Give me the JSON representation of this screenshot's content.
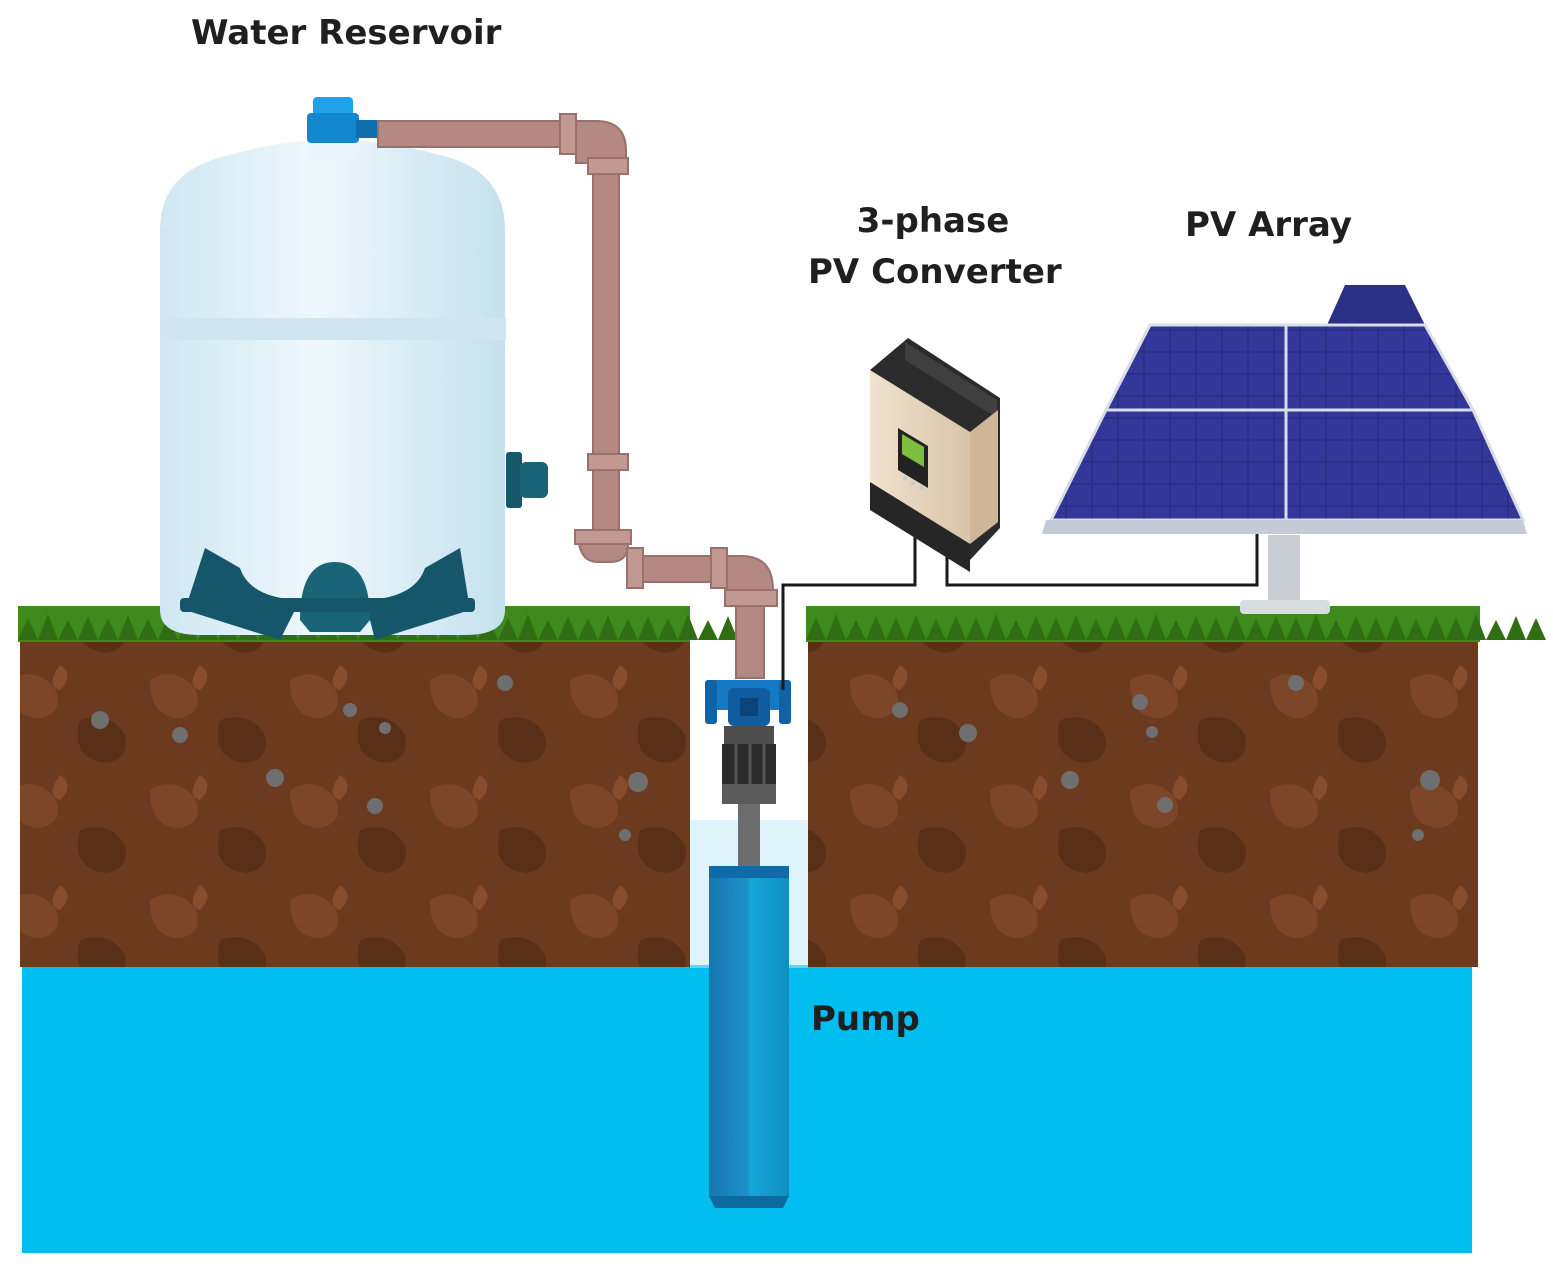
{
  "labels": {
    "water_reservoir": "Water Reservoir",
    "converter_line1": "3-phase",
    "converter_line2": "PV Converter",
    "pv_array": "PV Array",
    "pump": "Pump"
  },
  "colors": {
    "water": "#00bef0",
    "soil": "#6b3a1f",
    "grass": "#3f8a1c",
    "pipe": "#b48984",
    "tank": "#e2f3fa",
    "tank_base": "#16566b",
    "pump_body": "#1a8ec6",
    "valve": "#1579c6",
    "solar_panel": "#2c2f86",
    "converter_body": "#e6d4bc",
    "cable": "#1a1a1a"
  },
  "icons": [
    "water-tank-icon",
    "solar-panel-icon",
    "inverter-icon",
    "submersible-pump-icon"
  ]
}
